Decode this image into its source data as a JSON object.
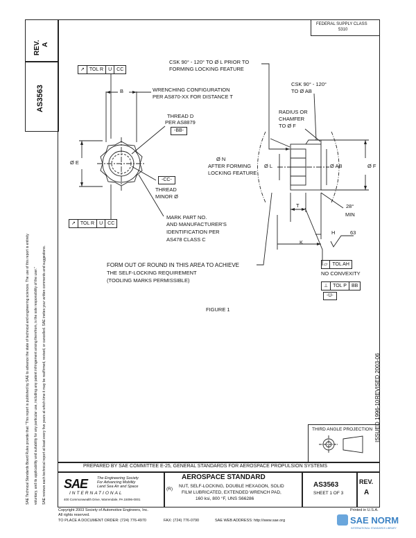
{
  "side": {
    "rev_label": "REV.",
    "rev_value": "A",
    "doc_number": "AS3563",
    "disclaimer_1": "SAE Technical Standards Board Rules provide that: \"This report is published by SAE to advance the state of technical and engineering sciences. The use of this report is entirely",
    "disclaimer_2": "voluntary, and its applicability and suitability for any particular use, including any patent infringement arising therefrom, is the sole responsibility of the user.\"",
    "disclaimer_3": "SAE reviews each technical report at least every five years at which time it may be reaffirmed, revised, or cancelled. SAE invites your written comments and suggestions."
  },
  "top": {
    "supply_class_label": "FEDERAL SUPPLY CLASS",
    "supply_class_value": "5310"
  },
  "drawing": {
    "fcf_top": [
      "TOL R",
      "U",
      "CC"
    ],
    "fcf_bottom": [
      "TOL R",
      "U",
      "CC"
    ],
    "csk_note_1": "CSK 90° - 120° TO Ø L PRIOR TO",
    "csk_note_2": "FORMING LOCKING FEATURE",
    "b_label": "B",
    "wrench_1": "WRENCHING CONFIGURATION",
    "wrench_2": "PER AS870-XX FOR DISTANCE T",
    "thread_d_1": "THREAD D",
    "thread_d_2": "PER AS8879",
    "datum_bb": "-BB-",
    "e_label": "Ø E",
    "datum_cc": "-CC-",
    "thread_minor_1": "THREAD",
    "thread_minor_2": "MINOR Ø",
    "n_1": "Ø N",
    "n_2": "AFTER FORMING",
    "n_3": "LOCKING FEATURE",
    "mark_1": "MARK PART NO.",
    "mark_2": "AND MANUFACTURER'S",
    "mark_3": "IDENTIFICATION PER",
    "mark_4": "AS478 CLASS C",
    "csk_ab_1": "CSK 90° - 120°",
    "csk_ab_2": "TO Ø AB",
    "radius_1": "RADIUS OR",
    "radius_2": "CHAMFER",
    "radius_3": "TO Ø F",
    "l_label": "Ø L",
    "ab_label": "Ø AB",
    "f_label": "Ø F",
    "t_label": "T",
    "angle_1": "28°",
    "angle_2": "MIN",
    "h_label": "H",
    "k_label": "K",
    "finish": "63",
    "form_1": "FORM OUT OF ROUND IN THIS AREA TO ACHIEVE",
    "form_2": "THE SELF-LOCKING REQUIREMENT",
    "form_3": "(TOOLING MARKS PERMISSIBLE)",
    "fcf_flat": [
      "TOL AH"
    ],
    "no_convexity": "NO CONVEXITY",
    "fcf_perp": [
      "⊥",
      "TOL P",
      "BB"
    ],
    "datum_u": "-U-",
    "figure": "FIGURE 1"
  },
  "stamps": {
    "issued": "ISSUED 1996-10",
    "revised": "REVISED 2003-06"
  },
  "projection_label": "THIRD ANGLE PROJECTION",
  "title_block": {
    "prepared": "PREPARED BY SAE COMMITTEE E-25, GENERAL STANDARDS FOR AEROSPACE PROPULSION SYSTEMS",
    "sae_logo": "SAE",
    "sae_international": "INTERNATIONAL",
    "sae_tag_1": "The Engineering Society",
    "sae_tag_2": "For Advancing Mobility",
    "sae_tag_3": "Land Sea Air and Space",
    "sae_address": "400 Commonwealth Drive, Warrendale, PA 15096-0001",
    "standard": "AEROSPACE STANDARD",
    "r_mark": "(R)",
    "title_1": "NUT, SELF-LOCKING, DOUBLE HEXAGON, SOLID",
    "title_2": "FILM LUBRICATED, EXTENDED WRENCH PAD,",
    "title_3": "160 ksi, 800 °F, UNS S66286",
    "number": "AS3563",
    "sheet": "SHEET 1 OF 3",
    "rev_label": "REV.",
    "rev_value": "A"
  },
  "footer": {
    "copyright": "Copyright 2003 Society of Automotive Engineers, Inc.",
    "rights": "All rights reserved.",
    "printed": "Printed in U.S.A.",
    "order": "TO PLACE A DOCUMENT ORDER: (724) 776-4970",
    "fax": "FAX: (724) 776-0790",
    "web": "SAE WEB ADDRESS: http://www.sae.org"
  },
  "watermark": {
    "text": "SAE NORM",
    "sub": "INTERNATIONAL STANDARDS LIBRARY"
  }
}
